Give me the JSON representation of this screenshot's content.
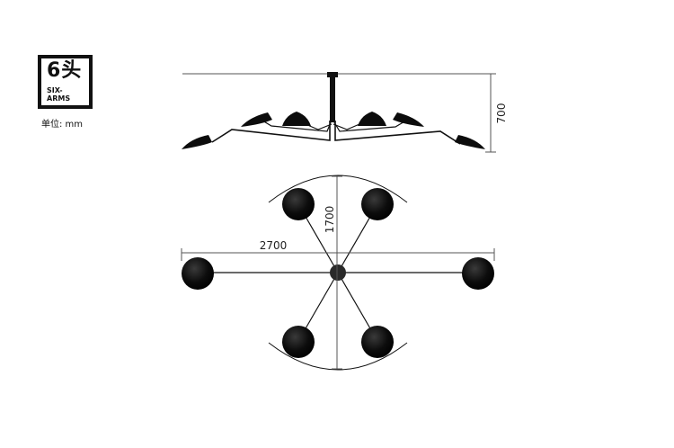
{
  "badge": {
    "title": "6头",
    "subtitle_line1": "SIX-",
    "subtitle_line2": "ARMS"
  },
  "unit_label": "单位: mm",
  "dimensions": {
    "height": "700",
    "width": "2700",
    "depth": "1700"
  }
}
